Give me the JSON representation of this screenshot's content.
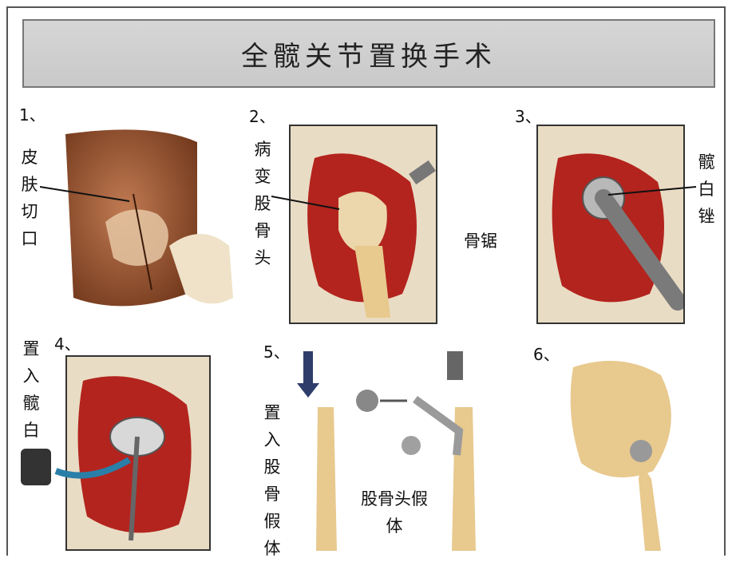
{
  "title": "全髋关节置换手术",
  "steps": [
    {
      "number": "1、",
      "labels": [
        "皮肤切口"
      ]
    },
    {
      "number": "2、",
      "labels": [
        "病变股骨头",
        "骨锯"
      ]
    },
    {
      "number": "3、",
      "labels": [
        "髋白锉"
      ]
    },
    {
      "number": "4、",
      "labels": [
        "置入髋白"
      ]
    },
    {
      "number": "5、",
      "labels": [
        "置入股骨假体",
        "股骨头假体"
      ]
    },
    {
      "number": "6、",
      "labels": []
    }
  ],
  "colors": {
    "muscle": "#b3241e",
    "bone": "#e8c98e",
    "skin": "#8a4a2a",
    "metal": "#8c8c8c",
    "arrow_blue": "#2a7fa8"
  }
}
